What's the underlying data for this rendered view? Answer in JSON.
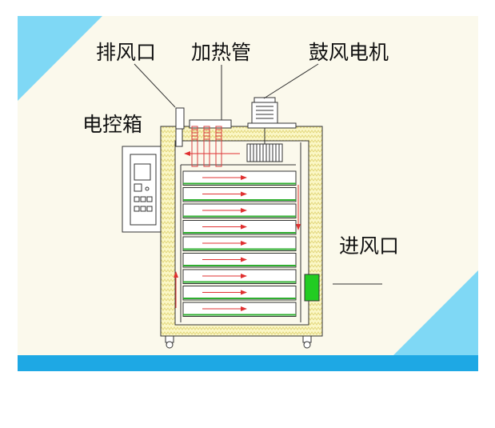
{
  "labels": {
    "exhaust_port": "排风口",
    "heating_tube": "加热管",
    "blower_motor": "鼓风电机",
    "control_box": "电控箱",
    "air_inlet": "进风口"
  },
  "colors": {
    "background": "#fbf9ec",
    "corner_accent": "#7fd8f5",
    "bottom_bar": "#1ea8e4",
    "insulation": "#fbf7c6",
    "insulation_hatch": "#e7dc82",
    "shelf": "#2fae2f",
    "airflow_arrow": "#e03030",
    "heater": "#d94040",
    "inlet": "#22cc22",
    "line": "#333333"
  },
  "trays": {
    "count": 9
  }
}
